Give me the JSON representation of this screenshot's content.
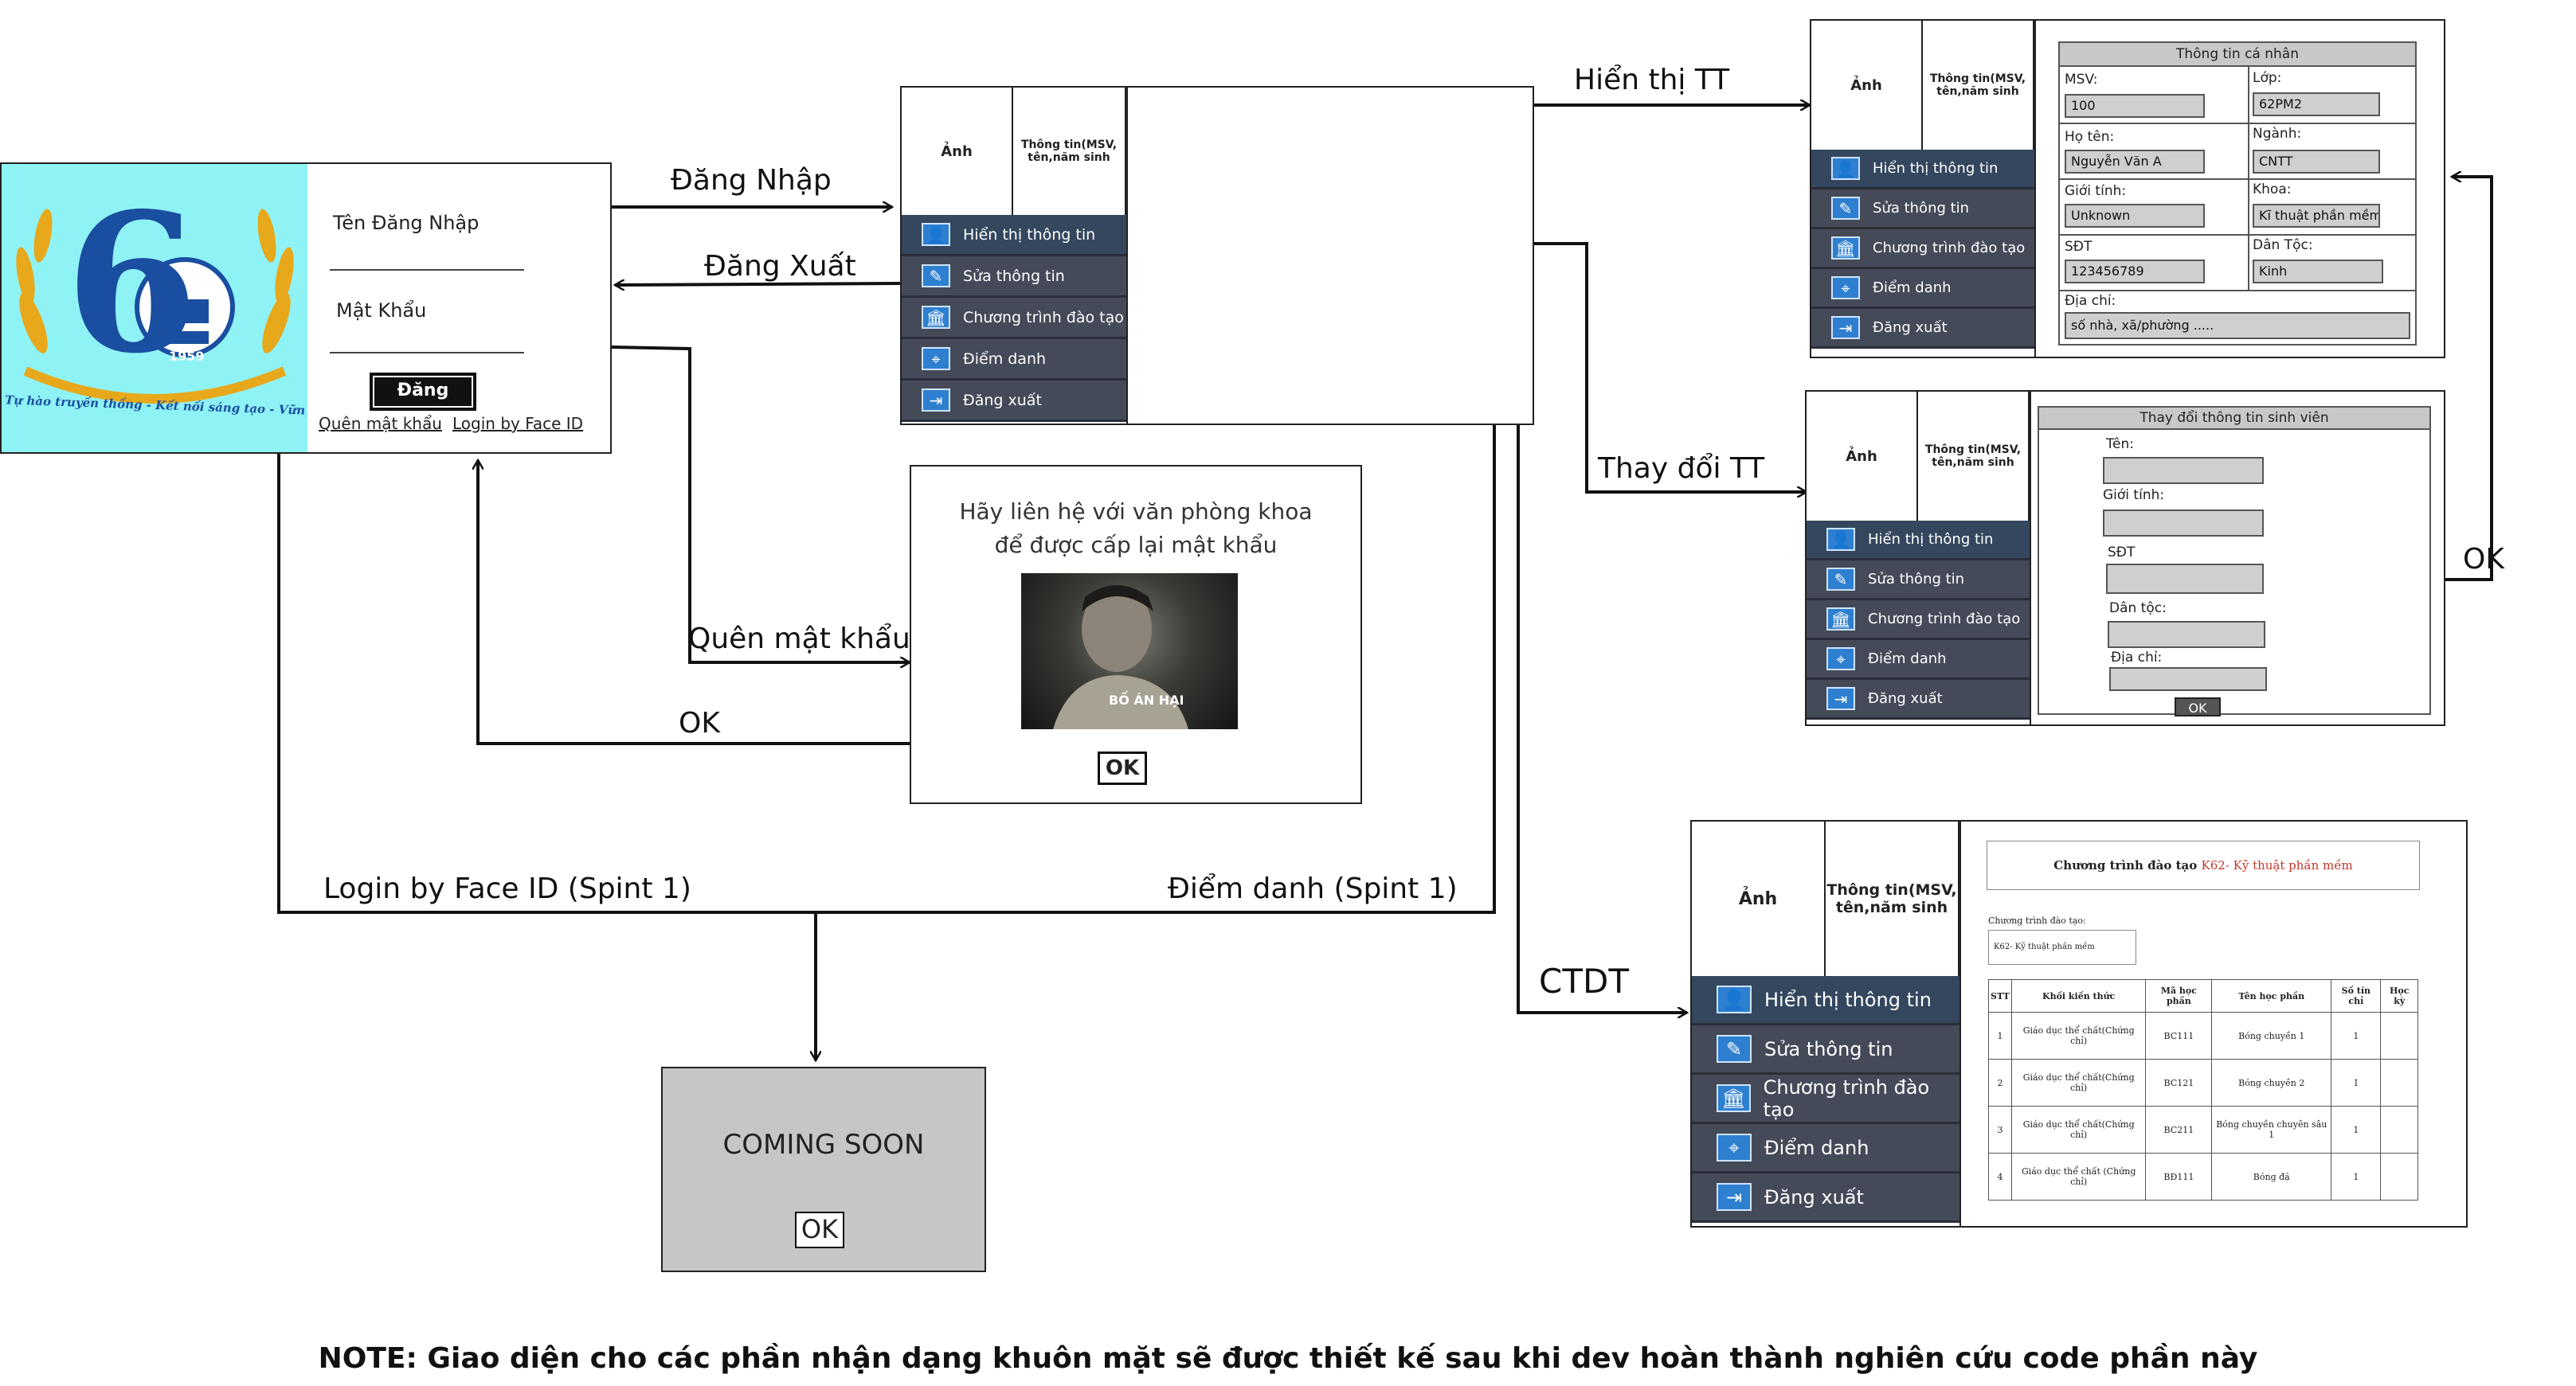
{
  "login": {
    "username_label": "Tên Đăng Nhập",
    "password_label": "Mật Khẩu",
    "login_button": "Đăng Nhập",
    "forgot_link": "Quên mật khẩu",
    "faceid_link": "Login by Face ID",
    "logo_year": "1959",
    "logo_slogan": "Tự hào truyền thống - Kết nối sáng tạo - Vững bước thành công",
    "logo_number": "6"
  },
  "app": {
    "photo_label": "Ảnh",
    "info_label": "Thông tin(MSV, tên,năm sinh",
    "menu": [
      "Hiển thị thông tin",
      "Sửa thông tin",
      "Chương trình đào tạo",
      "Điểm danh",
      "Đăng xuất"
    ]
  },
  "arrows": {
    "login": "Đăng Nhập",
    "logout": "Đăng Xuất",
    "forgot": "Quên mật khẩu",
    "ok_forgot": "OK",
    "faceid": "Login by Face ID (Spint 1)",
    "attendance": "Điểm danh (Spint 1)",
    "show_info": "Hiển thị TT",
    "change_info": "Thay đổi TT",
    "ctdt": "CTDT",
    "ok_change": "OK"
  },
  "forgot_dialog": {
    "line1": "Hãy liên hệ với văn phòng khoa",
    "line2": "để được cấp lại mật khẩu",
    "image_caption": "BỐ ÁN HẠI",
    "ok": "OK"
  },
  "coming_soon": {
    "text": "COMING SOON",
    "ok": "OK"
  },
  "personal_info": {
    "title": "Thông tin cá nhân",
    "msv_label": "MSV:",
    "msv": "100",
    "class_label": "Lớp:",
    "class": "62PM2",
    "name_label": "Họ tên:",
    "name": "Nguyễn Văn A",
    "major_label": "Ngành:",
    "major": "CNTT",
    "gender_label": "Giới tính:",
    "gender": "Unknown",
    "faculty_label": "Khoa:",
    "faculty": "Kĩ thuật phần mềm",
    "phone_label": "SĐT",
    "phone": "123456789",
    "ethnic_label": "Dân Tộc:",
    "ethnic": "Kinh",
    "address_label": "Địa chỉ:",
    "address": "số nhà, xã/phường ....."
  },
  "change_form": {
    "title": "Thay đổi thông tin sinh viên",
    "fields": [
      "Tên:",
      "Giới tính:",
      "SĐT",
      "Dân tộc:",
      "Địa chỉ:"
    ],
    "ok": "OK"
  },
  "program": {
    "title_prefix": "Chương trình đào tạo ",
    "title_highlight": "K62- Kỹ thuật phần mềm",
    "select_label": "Chương trình đào tạo:",
    "select_value": "K62- Kỹ thuật phần mềm",
    "headers": [
      "STT",
      "Khối kiến thức",
      "Mã học phần",
      "Tên học phần",
      "Số tín chỉ",
      "Học kỳ"
    ],
    "rows": [
      [
        "1",
        "Giáo dục thể chất(Chứng chỉ)",
        "BC111",
        "Bóng chuyền 1",
        "1",
        ""
      ],
      [
        "2",
        "Giáo dục thể chất(Chứng chỉ)",
        "BC121",
        "Bóng chuyền 2",
        "1",
        ""
      ],
      [
        "3",
        "Giáo dục thể chất(Chứng chỉ)",
        "BC211",
        "Bóng chuyền chuyên sâu 1",
        "1",
        ""
      ],
      [
        "4",
        "Giáo dục thể chất (Chứng chỉ)",
        "BĐ111",
        "Bóng đá",
        "1",
        ""
      ]
    ]
  },
  "note": "NOTE: Giao diện cho các phần nhận dạng khuôn mặt sẽ được thiết kế sau khi dev hoàn thành  nghiên cứu code phần này",
  "colors": {
    "menu_bg": "#444a58",
    "menu_selected": "#34475f",
    "icon_blue": "#2e7fd0",
    "logo_bg": "#8ff3f5",
    "program_highlight": "#c0392b"
  }
}
